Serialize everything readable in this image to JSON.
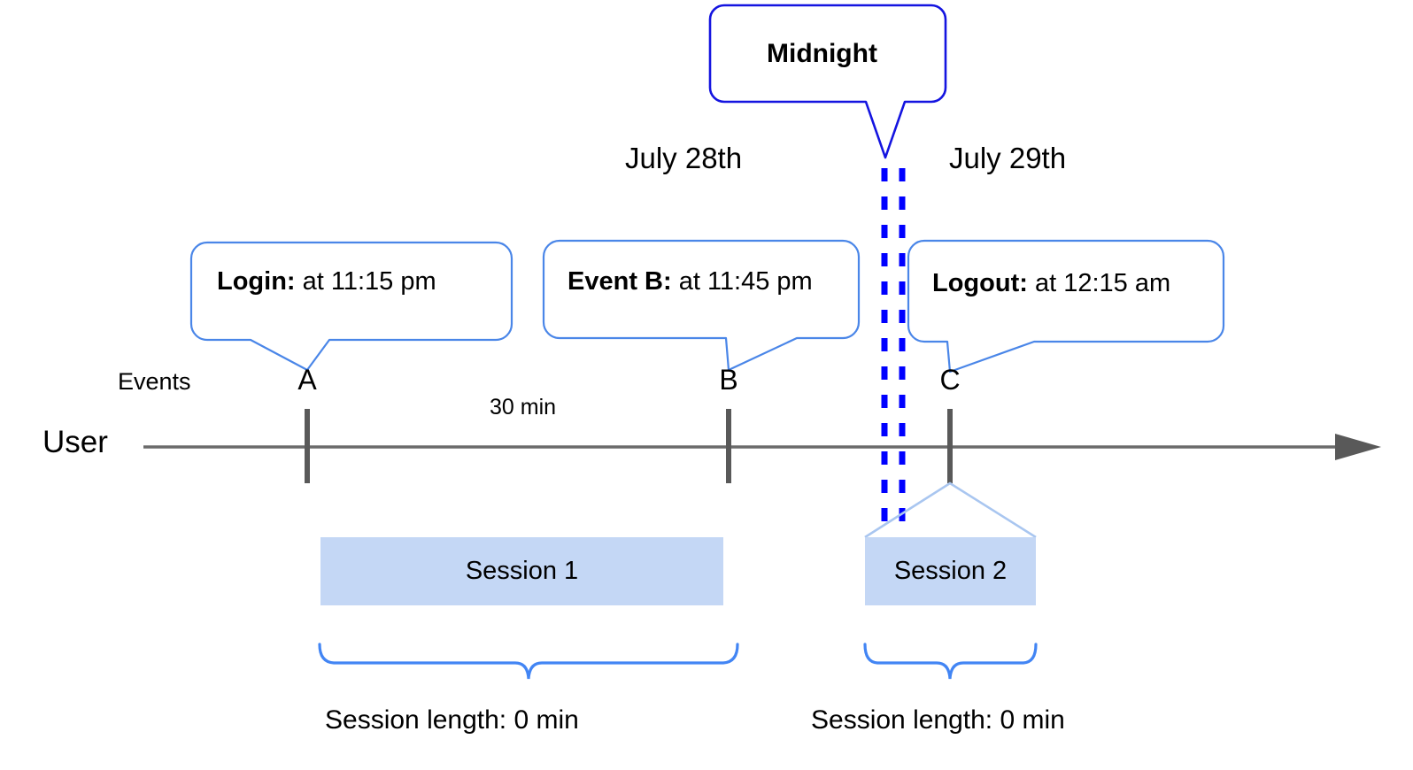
{
  "diagram": {
    "title_callout": {
      "label": "Midnight"
    },
    "dates": [
      {
        "id": "left",
        "label": "July 28th"
      },
      {
        "id": "right",
        "label": "July 29th"
      }
    ],
    "callouts": [
      {
        "id": "login",
        "bold": "Login:",
        "rest": " at 11:15 pm"
      },
      {
        "id": "eventb",
        "bold": "Event B:",
        "rest": " at 11:45 pm"
      },
      {
        "id": "logout",
        "bold": "Logout:",
        "rest": " at 12:15 am"
      }
    ],
    "row_labels": {
      "events": "Events",
      "user": "User"
    },
    "events": [
      {
        "id": "a",
        "letter": "A"
      },
      {
        "id": "b",
        "letter": "B"
      },
      {
        "id": "c",
        "letter": "C"
      }
    ],
    "gap_label": "30 min",
    "sessions": [
      {
        "id": "session1",
        "label": "Session 1",
        "length_label": "Session length: 0 min"
      },
      {
        "id": "session2",
        "label": "Session 2",
        "length_label": "Session length: 0 min"
      }
    ],
    "colors": {
      "midnight_line": "#0000ff",
      "callout_border": "#4a86e8",
      "midnight_border": "#1414e0",
      "session_fill": "#c4d7f5",
      "brace": "#4285f4",
      "axis": "#6b6b6b",
      "tick": "#595959",
      "funnel": "#a9c6f0"
    }
  }
}
